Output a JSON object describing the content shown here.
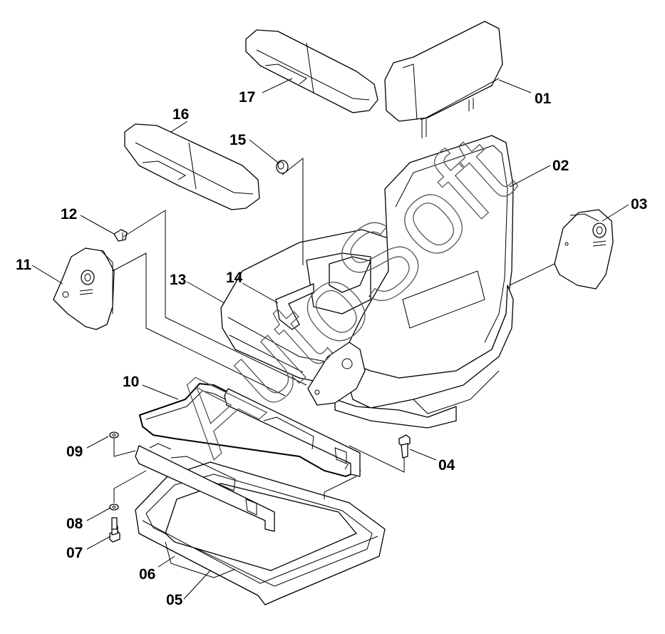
{
  "watermark": "AutoSoft",
  "parts": [
    {
      "id": "01"
    },
    {
      "id": "02"
    },
    {
      "id": "03"
    },
    {
      "id": "04"
    },
    {
      "id": "05"
    },
    {
      "id": "06"
    },
    {
      "id": "07"
    },
    {
      "id": "08"
    },
    {
      "id": "09"
    },
    {
      "id": "10"
    },
    {
      "id": "11"
    },
    {
      "id": "12"
    },
    {
      "id": "13"
    },
    {
      "id": "14"
    },
    {
      "id": "15"
    },
    {
      "id": "16"
    },
    {
      "id": "17"
    }
  ],
  "colors": {
    "line": "#000000",
    "background": "#ffffff",
    "watermark": "#555555"
  }
}
